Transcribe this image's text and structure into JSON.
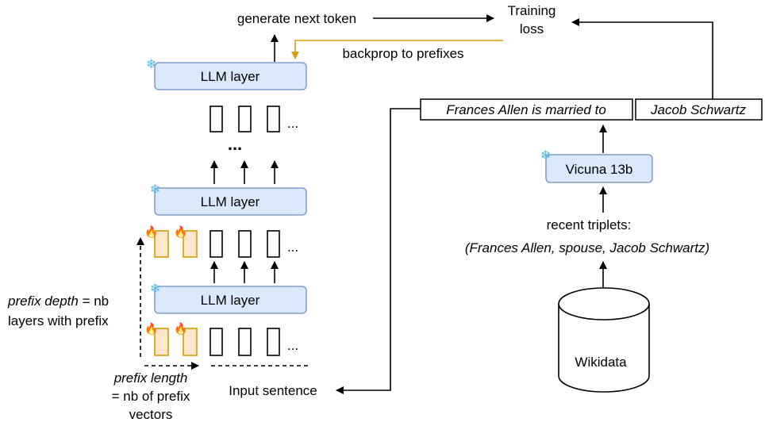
{
  "labels": {
    "generate_next_token": "generate next token",
    "training_loss_line1": "Training",
    "training_loss_line2": "loss",
    "backprop": "backprop to prefixes",
    "llm_layer": "LLM layer",
    "ellipsis": "...",
    "dots": "...",
    "prefix_depth_italic": "prefix depth",
    "prefix_depth_rest": " = nb",
    "prefix_depth_line2": "layers with prefix",
    "prefix_length_italic": "prefix length",
    "prefix_length_line2": "= nb of prefix",
    "prefix_length_line3": "vectors",
    "input_sentence": "Input sentence",
    "sentence_prompt": "Frances Allen is married to",
    "sentence_target": "Jacob Schwartz",
    "vicuna": "Vicuna 13b",
    "recent_triplets": "recent triplets:",
    "triplet": "(Frances Allen, spouse, Jacob Schwartz)",
    "wikidata": "Wikidata"
  },
  "icons": {
    "frozen": "snowflake-icon",
    "trainable": "fire-icon"
  },
  "colors": {
    "llm_fill": "#dae8fc",
    "llm_stroke": "#6c8ebf",
    "prefix_fill": "#ffe6cc",
    "prefix_stroke": "#d79b00",
    "backprop_arrow": "#d6a00f"
  }
}
